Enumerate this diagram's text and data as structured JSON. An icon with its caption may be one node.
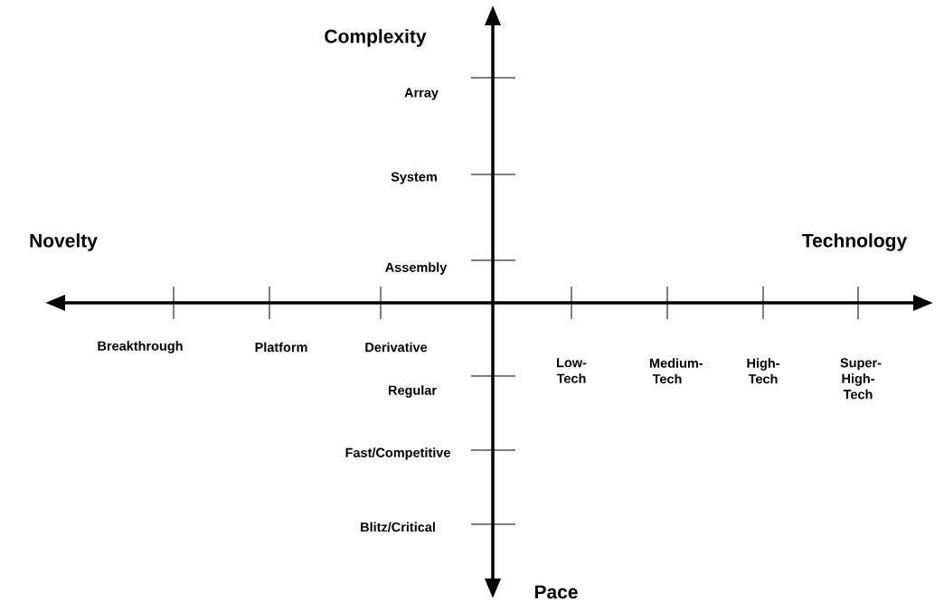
{
  "diagram": {
    "labels": [
      "Complexity",
      "Array",
      "System",
      "Novelty",
      "Technology",
      "Assembly",
      "Breakthrough",
      "Platform",
      "Derivative",
      "Low-Tech",
      "Medium-Tech",
      "High-Tech",
      "Super-High-Tech",
      "Regular",
      "Fast/Competitive",
      "Blitz/Critical",
      "Pace"
    ]
  }
}
